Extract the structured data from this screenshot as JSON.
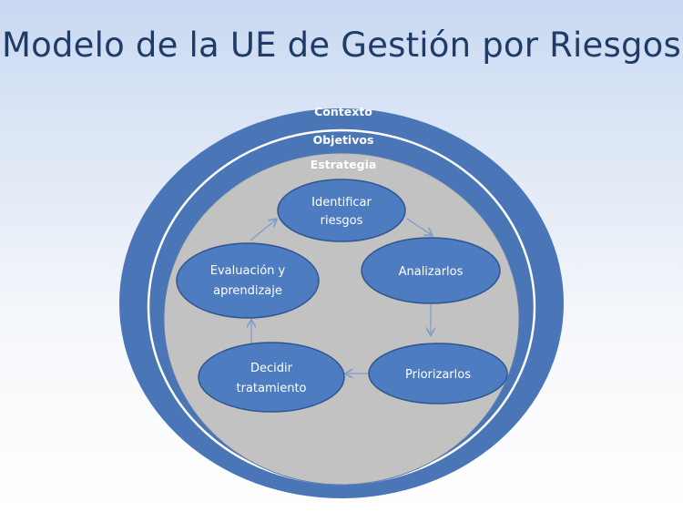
{
  "title": "Modelo de la UE de Gestión por Riesgos",
  "rings": {
    "outer": "Contexto",
    "middle": "Objetivos",
    "inner": "Estrategia"
  },
  "nodes": [
    {
      "id": "identificar",
      "lines": [
        "Identificar",
        "riesgos"
      ]
    },
    {
      "id": "analizar",
      "lines": [
        "Analizarlos"
      ]
    },
    {
      "id": "priorizar",
      "lines": [
        "Priorizarlos"
      ]
    },
    {
      "id": "decidir",
      "lines": [
        "Decidir",
        "tratamiento"
      ]
    },
    {
      "id": "evaluacion",
      "lines": [
        "Evaluación y",
        "aprendizaje"
      ]
    }
  ],
  "colors": {
    "ring_blue": "#4a76b8",
    "node_blue": "#4e7cc0",
    "node_border": "#2f568e",
    "inner_gray": "#c2c2c2",
    "arrow": "#7f9ccb",
    "title": "#1f3c68"
  }
}
